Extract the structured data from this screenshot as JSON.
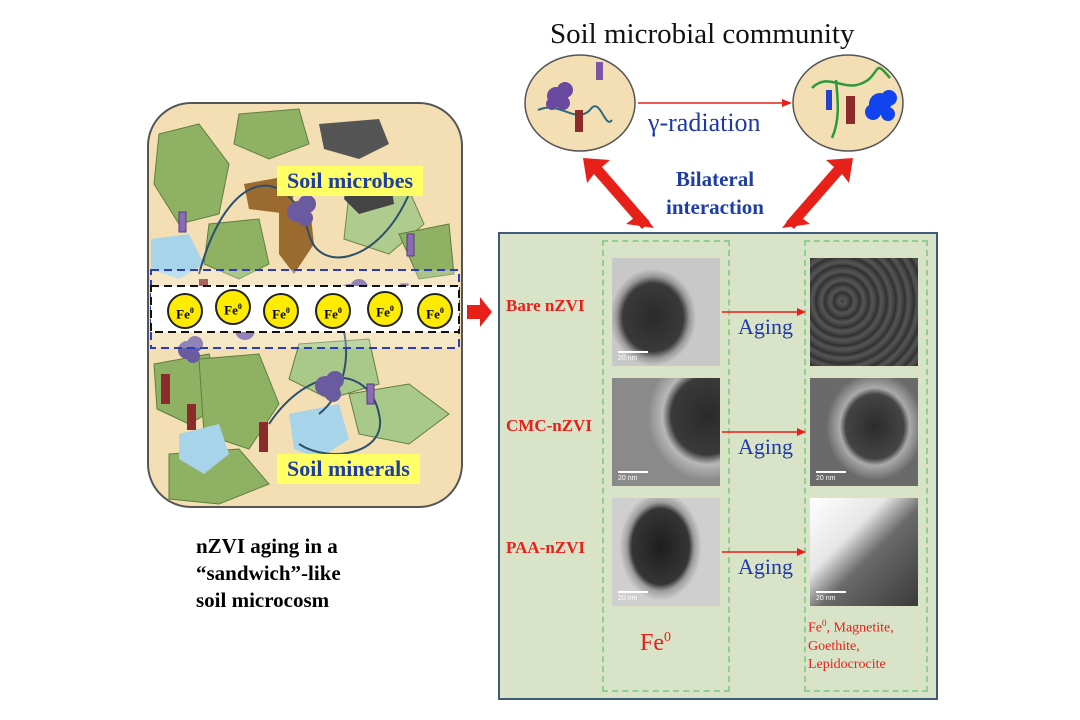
{
  "title": "Soil microbial community",
  "radiation_label": "γ-radiation",
  "bilateral": [
    "Bilateral",
    "interaction"
  ],
  "microcosm": {
    "soil_microbes": "Soil microbes",
    "soil_minerals": "Soil minerals",
    "fe_particle": "Fe",
    "fe_sup": "0",
    "fe_count": 6
  },
  "caption": [
    "nZVI aging in a",
    "“sandwich”-like",
    "soil microcosm"
  ],
  "samples": [
    {
      "name": "Bare nZVI",
      "aging": "Aging",
      "scale": "20 nm"
    },
    {
      "name": "CMC-nZVI",
      "aging": "Aging",
      "scale": "20 nm"
    },
    {
      "name": "PAA-nZVI",
      "aging": "Aging",
      "scale": "20 nm"
    }
  ],
  "left_column": {
    "fe": "Fe",
    "sup": "0"
  },
  "right_column": {
    "fe": "Fe",
    "sup": "0",
    "rest_1": ", Magnetite,",
    "line_2": "Goethite,",
    "line_3": "Lepidocrocite"
  },
  "colors": {
    "panel_bg": "#d8e3c8",
    "panel_border": "#3f5b7a",
    "arrow_red": "#e8201a",
    "blue_text": "#1f3aa8",
    "mineral_green": "#7fa55a"
  }
}
